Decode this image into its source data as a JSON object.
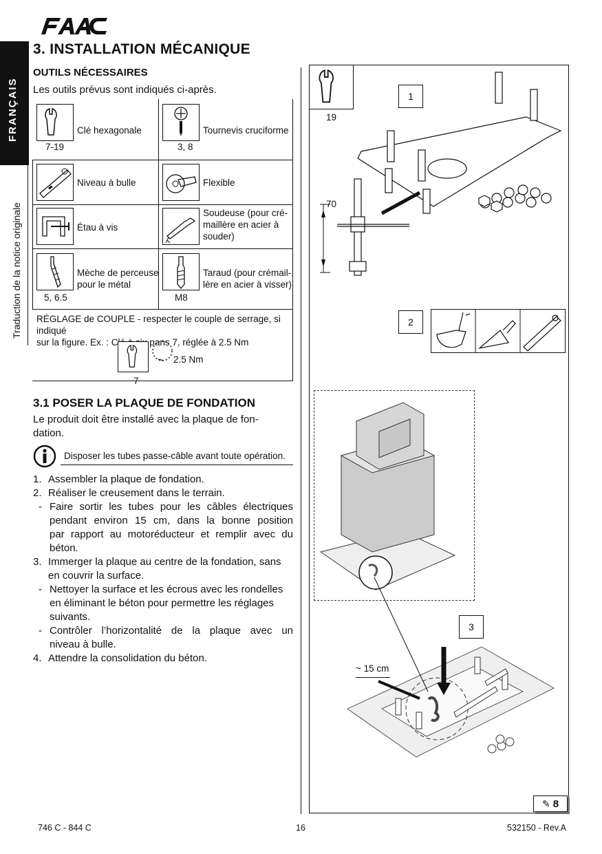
{
  "brand": "FAAC",
  "side": {
    "language": "FRANÇAIS",
    "note": "Traduction de la notice originale"
  },
  "title": "3.  INSTALLATION MÉCANIQUE",
  "tools": {
    "heading": "OUTILS NÉCESSAIRES",
    "intro": "Les outils prévus sont indiqués ci-après.",
    "items": [
      {
        "label": "Clé hexagonale",
        "size": "7-19",
        "icon": "wrench-icon"
      },
      {
        "label": "Tournevis cruciforme",
        "size": "3, 8",
        "icon": "screwdriver-icon"
      },
      {
        "label": "Niveau à bulle",
        "size": "",
        "icon": "spirit-level-icon"
      },
      {
        "label": "Flexible",
        "size": "",
        "icon": "angle-grinder-icon"
      },
      {
        "label": "Étau à vis",
        "size": "",
        "icon": "clamp-icon"
      },
      {
        "label_lines": [
          "Soudeuse (pour cré-",
          "maillère en acier à",
          "souder)"
        ],
        "size": "",
        "icon": "welder-icon"
      },
      {
        "label_lines": [
          "Mèche de perceuse",
          "pour le métal"
        ],
        "size": "5, 6.5",
        "icon": "drill-bit-icon"
      },
      {
        "label_lines": [
          "Taraud (pour crémail-",
          "lère en acier à visser)"
        ],
        "size": "M8",
        "icon": "tap-icon"
      }
    ],
    "torque_note_line1": "RÉGLAGE de COUPLE - respecter le couple de serrage, si indiqué",
    "torque_note_line2": "sur la figure.   Ex. : Clé à six pans 7, réglée à 2.5 Nm",
    "torque_value": "2.5 Nm",
    "torque_size": "7"
  },
  "section": {
    "heading": "3.1  POSER LA PLAQUE DE FONDATION",
    "intro_line1": "Le produit doit être installé avec la plaque de fon-",
    "intro_line2": "dation.",
    "info": "Disposer les tubes passe-câble avant toute opération.",
    "steps": [
      {
        "marker": "1.",
        "lines": [
          "Assembler la plaque de fondation."
        ]
      },
      {
        "marker": "2.",
        "lines": [
          "Réaliser le creusement dans le terrain."
        ]
      },
      {
        "marker": "-",
        "lines": [
          "Faire sortir les tubes pour les câbles électriques",
          "pendant environ 15 cm, dans la bonne position",
          "par rapport au motoréducteur et remplir avec du",
          "béton."
        ]
      },
      {
        "marker": "3.",
        "lines": [
          "Immerger la plaque au centre de la fondation, sans",
          "en couvrir la surface."
        ]
      },
      {
        "marker": "-",
        "lines": [
          "Nettoyer la surface et les écrous avec les rondelles",
          "en éliminant le béton pour permettre les réglages",
          "suivants."
        ]
      },
      {
        "marker": "-",
        "lines": [
          "Contrôler l’horizontalité de la plaque avec un",
          "niveau à bulle."
        ]
      },
      {
        "marker": "4.",
        "lines": [
          "Attendre la consolidation du béton."
        ]
      }
    ]
  },
  "figure": {
    "wrench_size": "19",
    "step1": "1",
    "dimension": "70",
    "step2": "2",
    "step3": "3",
    "tube_length": "~ 15 cm",
    "figure_number": "8"
  },
  "footer": {
    "model": "746 C - 844 C",
    "page": "16",
    "ref": "532150 - Rev.A"
  }
}
